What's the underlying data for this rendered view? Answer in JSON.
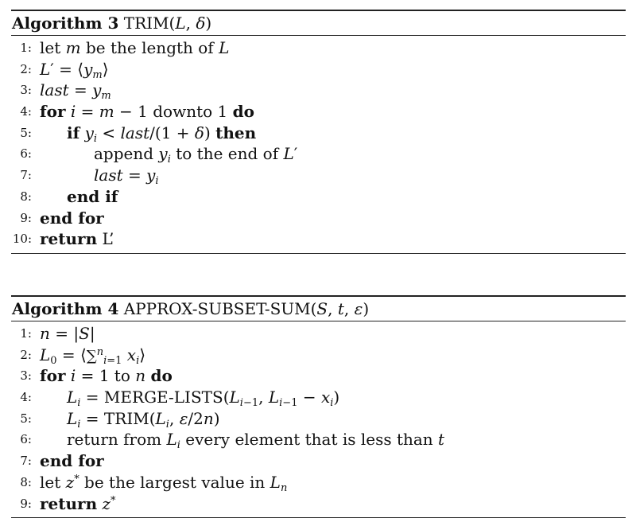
{
  "algorithm3": {
    "label": "Algorithm 3",
    "title": "TRIM(L, δ)",
    "lines": [
      {
        "num": "1:",
        "text": "let m be the length of L"
      },
      {
        "num": "2:",
        "text": "L′ = ⟨ym⟩"
      },
      {
        "num": "3:",
        "text": "last = ym"
      },
      {
        "num": "4:",
        "text": "for i = m − 1 downto 1 do"
      },
      {
        "num": "5:",
        "text": "if yi < last/(1 + δ) then"
      },
      {
        "num": "6:",
        "text": "append yi to the end of L′"
      },
      {
        "num": "7:",
        "text": "last = yi"
      },
      {
        "num": "8:",
        "text": "end if"
      },
      {
        "num": "9:",
        "text": "end for"
      },
      {
        "num": "10:",
        "text": "return L’"
      }
    ]
  },
  "algorithm4": {
    "label": "Algorithm 4",
    "title": "APPROX-SUBSET-SUM(S, t, ε)",
    "lines": [
      {
        "num": "1:",
        "text": "n = |S|"
      },
      {
        "num": "2:",
        "text": "L0 = ⟨∑ i=1..n xi⟩"
      },
      {
        "num": "3:",
        "text": "for i = 1 to n do"
      },
      {
        "num": "4:",
        "text": "Li = MERGE-LISTS(Li−1, Li−1 − xi)"
      },
      {
        "num": "5:",
        "text": "Li = TRIM(Li, ε/2n)"
      },
      {
        "num": "6:",
        "text": "return from Li every element that is less than t"
      },
      {
        "num": "7:",
        "text": "end for"
      },
      {
        "num": "8:",
        "text": "let z* be the largest value in Ln"
      },
      {
        "num": "9:",
        "text": "return z*"
      }
    ]
  }
}
